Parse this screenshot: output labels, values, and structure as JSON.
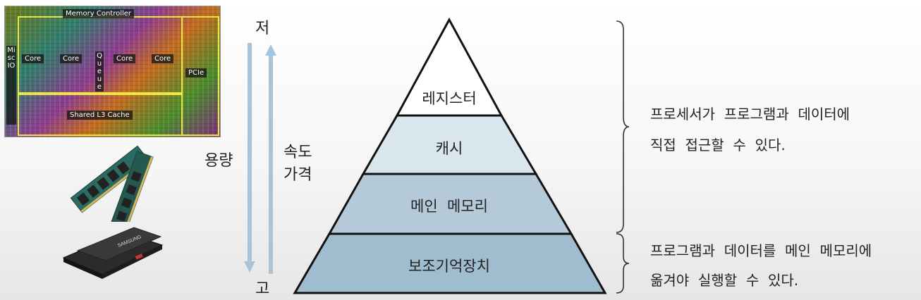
{
  "cpu_image": {
    "labels": {
      "memory_controller": "Memory Controller",
      "core1": "Core",
      "core2": "Core",
      "queue": "Queue",
      "core3": "Core",
      "core4": "Core",
      "misc_io": "Misc IO",
      "pcie": "PCIe",
      "l3": "Shared L3 Cache"
    }
  },
  "ssd_brand": "SAMSUNG",
  "scale": {
    "top": "저",
    "bottom": "고",
    "capacity": "용량",
    "speed": "속도",
    "price": "가격"
  },
  "pyramid": {
    "levels": [
      "레지스터",
      "캐시",
      "메인  메모리",
      "보조기억장치"
    ],
    "colors": {
      "top": "#ffffff",
      "level2": "#d9e6ee",
      "level3": "#b5cad8",
      "level4": "#9fbdce",
      "stroke": "#111111"
    }
  },
  "descriptions": {
    "upper_line1": "프로세서가  프로그램과  데이터에",
    "upper_line2": "직접  접근할  수  있다.",
    "lower_line1": "프로그램과  데이터를  메인  메모리에",
    "lower_line2": "옮겨야  실행할  수  있다."
  }
}
